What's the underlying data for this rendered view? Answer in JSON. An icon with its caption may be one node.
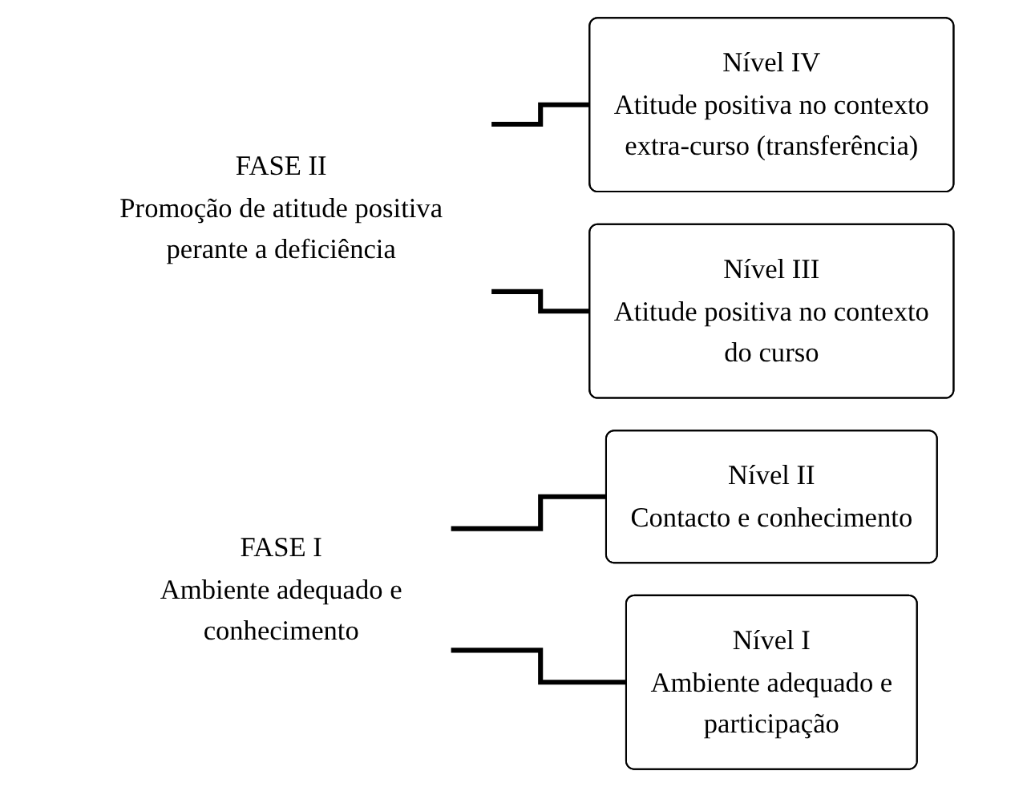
{
  "diagram": {
    "nodes": [
      {
        "text": [
          "FASE II",
          "Promoção de atitude positiva perante a deficiência"
        ]
      },
      {
        "text": [
          "Nível IV",
          "Atitude positiva no contexto extra-curso (transferência)"
        ]
      },
      {
        "text": [
          "Nível III",
          "Atitude positiva no contexto do curso"
        ]
      },
      {
        "text": [
          "FASE I",
          "Ambiente adequado e conhecimento"
        ]
      },
      {
        "text": [
          "Nível II",
          "Contacto e conhecimento"
        ]
      },
      {
        "text": [
          "Nível I",
          "Ambiente adequado e participação"
        ]
      }
    ],
    "edges": [
      {
        "from": 0,
        "to": 1,
        "arrow": "none"
      },
      {
        "from": 0,
        "to": 2,
        "arrow": "none"
      },
      {
        "from": 3,
        "to": 4,
        "arrow": "none"
      },
      {
        "from": 3,
        "to": 5,
        "arrow": "none"
      }
    ]
  }
}
